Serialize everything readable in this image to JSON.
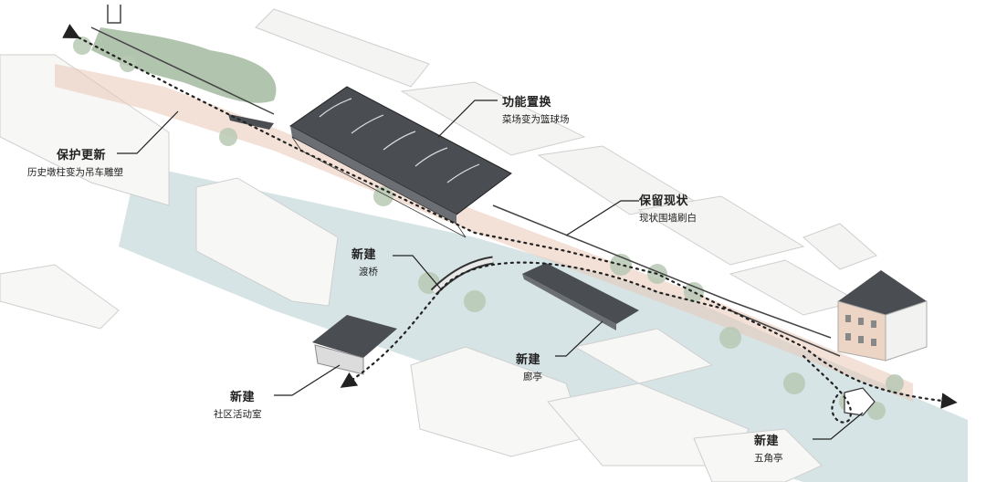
{
  "annotations": [
    {
      "id": "function-replacement",
      "title": "功能置换",
      "subtitle": "菜场变为篮球场"
    },
    {
      "id": "protect-renew",
      "title": "保护更新",
      "subtitle": "历史墩柱变为吊车雕塑"
    },
    {
      "id": "preserve-status",
      "title": "保留现状",
      "subtitle": "现状围墙刷白"
    },
    {
      "id": "new-bridge",
      "title": "新建",
      "subtitle": "渡桥"
    },
    {
      "id": "new-corridor-pavilion",
      "title": "新建",
      "subtitle": "廊亭"
    },
    {
      "id": "new-community-room",
      "title": "新建",
      "subtitle": "社区活动室"
    },
    {
      "id": "new-pentagon-pavilion",
      "title": "新建",
      "subtitle": "五角亭"
    }
  ],
  "colors": {
    "water": "#d6e4e6",
    "building": "#f4f4f2",
    "building_edge": "#cfcfcf",
    "roof_dark": "#4a4d52",
    "greenery": "#9db59a",
    "path": "#333333",
    "paving": "#e9c9b6"
  }
}
